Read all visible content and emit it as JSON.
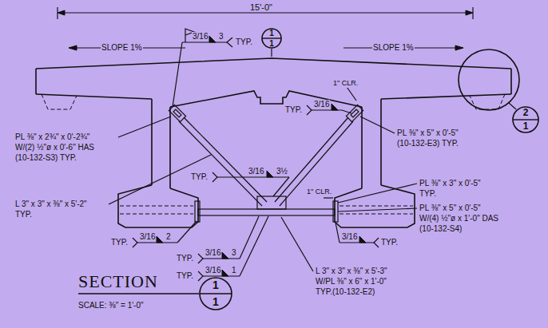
{
  "diagram": {
    "title": "SECTION",
    "caption": "SCALE: ⅜\" = 1'-0\"",
    "nodes": [
      {
        "text": [
          "1",
          "1"
        ]
      },
      {
        "text": [
          "2",
          "1"
        ]
      },
      {
        "text": [
          "1",
          "1"
        ]
      }
    ],
    "labels": [
      "15'-0\"",
      "SLOPE 1%",
      "SLOPE 1%",
      "3/16",
      "3",
      "TYP.",
      "1\" CLR.",
      "TYP.",
      "3/16",
      "PL ⅜\" x 2¾\" x 0'-2¾\"",
      "W/(2) ½\"ø x 0'-6\" HAS",
      "(10-132-S3) TYP.",
      "PL ⅜\" x 5\" x 0'-5\"",
      "(10-132-E3) TYP.",
      "L 3\" x 3\" x ⅜\" x 5'-2\"",
      "TYP.",
      "TYP.",
      "3/16",
      "3½",
      "PL ⅜\" x 3\" x 0'-5\"",
      "TYP.",
      "1\" CLR.",
      "PL ⅜\" x 5\" x 0'-5\"",
      "W/(4) ½\"ø x 1'-0\" DAS",
      "(10-132-S4)",
      "3/16",
      "TYP.",
      "TYP.",
      "3/16",
      "2",
      "TYP.",
      "3/16",
      "3",
      "TYP.",
      "3/16",
      "1",
      "L 3\" x 3\" x ⅜\" x 5'-3\"",
      "W/PL ⅜\" x 6\" x 1'-0\"",
      "TYP.(10-132-E2)"
    ]
  }
}
